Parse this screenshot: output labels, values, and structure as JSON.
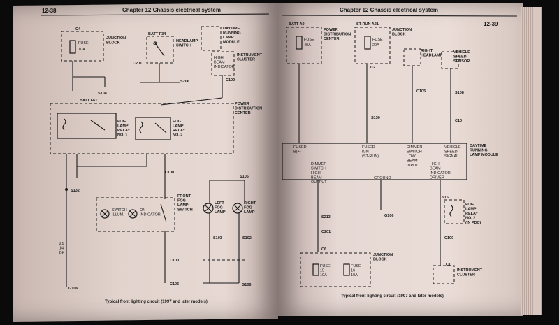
{
  "left": {
    "page_number": "12-38",
    "chapter": "Chapter 12  Chassis electrical system",
    "caption": "Typical front lighting circuit (1997 and later models)",
    "labels": {
      "c4": "C4",
      "fuse": "FUSE",
      "fuse_amp": "10A",
      "junction_block": "JUNCTION\nBLOCK",
      "batt_f34": "BATT F34",
      "headlamp_switch": "HEADLAMP\nSWITCH",
      "daytime_module": "DAYTIME\nRUNNING\nLAMP\nMODULE",
      "instrument_cluster": "INSTRUMENT\nCLUSTER",
      "high_beam_indicator": "HIGH\nBEAM\nINDICATOR",
      "s104": "S104",
      "s206": "S206",
      "c201": "C201",
      "c100_top": "C100",
      "batt_f61": "BATT F61",
      "pdc": "POWER\nDISTRIBUTION\nCENTER",
      "fog_relay_1": "FOG\nLAMP\nRELAY\nNO. 1",
      "fog_relay_2": "FOG\nLAMP\nRELAY\nNO. 2",
      "c100_mid": "C100",
      "s106": "S106",
      "s132": "S132",
      "front_fog_switch": "FRONT\nFOG\nLAMP\nSWITCH",
      "switch_illum": "SWITCH\nILLUM.",
      "on_indicator": "ON\nINDICATOR",
      "left_fog": "LEFT\nFOG\nLAMP",
      "right_fog": "RIGHT\nFOG\nLAMP",
      "s103": "S103",
      "s102": "S102",
      "c100_low": "C100",
      "c106": "C106",
      "g106_a": "G106",
      "g106_b": "G106",
      "z1_14_bk": "Z1\n14\nBK"
    }
  },
  "right": {
    "page_number": "12-39",
    "chapter": "Chapter 12  Chassis electrical system",
    "caption": "Typical front lighting circuit (1997 and later models)",
    "labels": {
      "batt_a0": "BATT A0",
      "pdc": "POWER\nDISTRIBUTION\nCENTER",
      "fuse_a": "FUSE",
      "fuse_a_amp": "40A",
      "st_run_a21": "ST-RUN A21",
      "junction_block": "JUNCTION\nBLOCK",
      "c2": "C2",
      "fuse_b": "FUSE",
      "fuse_b_amp": "20A",
      "right_headlamp": "RIGHT\nHEADLAMP",
      "vehicle_speed_sensor": "VEHICLE\nSPEED\nSENSOR",
      "c105": "C105",
      "s108": "S108",
      "s130": "S130",
      "c10": "C10",
      "daytime_module": "DAYTIME\nRUNNING\nLAMP MODULE",
      "fused_b": "FUSED\nB(+)",
      "fused_ign": "FUSED\nIGN\n(ST-RUN)",
      "dimmer_low": "DIMMER\nSWITCH\nLOW\nBEAM\nINPUT",
      "vehicle_speed_signal": "VEHICLE\nSPEED\nSIGNAL",
      "dimmer_high": "DIMMER\nSWITCH\nHIGH\nBEAM\nOUTPUT",
      "ground": "GROUND",
      "high_beam_driver": "HIGH\nBEAM\nINDICATOR\nDRIVER",
      "g106": "G106",
      "s213": "S213",
      "c201": "C201",
      "fog_relay_2": "FOG\nLAMP\nRELAY\nNO. 2\n(IN PDC)",
      "s15": "S15",
      "c100": "C100",
      "c1": "C1",
      "instrument_cluster": "INSTRUMENT\nCLUSTER",
      "c6": "C6",
      "junction_block_b": "JUNCTION\nBLOCK",
      "fuse_c": "FUSE\n15\n10A",
      "fuse_d": "FUSE\n16\n10A"
    }
  }
}
